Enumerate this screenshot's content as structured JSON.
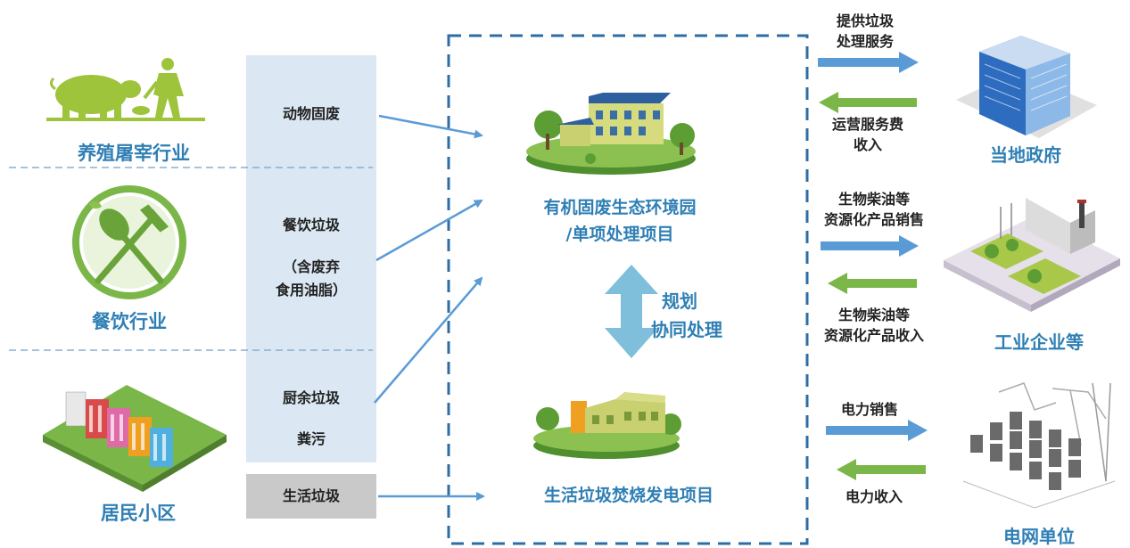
{
  "sources": {
    "livestock": "养殖屠宰行业",
    "catering": "餐饮行业",
    "residential": "居民小区"
  },
  "waste_box": {
    "animal": "动物固废",
    "food_line1": "餐饮垃圾",
    "food_line2": "（含废弃",
    "food_line3": "食用油脂）",
    "kitchen": "厨余垃圾",
    "manure": "粪污",
    "domestic": "生活垃圾"
  },
  "projects": {
    "park_line1": "有机固废生态环境园",
    "park_line2": "/单项处理项目",
    "plan_line1": "规划",
    "plan_line2": "协同处理",
    "incineration": "生活垃圾焚烧发电项目"
  },
  "flows": {
    "gov_out_1": "提供垃圾",
    "gov_out_2": "处理服务",
    "gov_in_1": "运营服务费",
    "gov_in_2": "收入",
    "ind_out_1": "生物柴油等",
    "ind_out_2": "资源化产品销售",
    "ind_in_1": "生物柴油等",
    "ind_in_2": "资源化产品收入",
    "grid_out": "电力销售",
    "grid_in": "电力收入"
  },
  "destinations": {
    "government": "当地政府",
    "industry": "工业企业等",
    "grid": "电网单位"
  },
  "colors": {
    "blue_arrow": "#5b9bd5",
    "green_arrow": "#7ab648",
    "label_blue": "#2f7fb5",
    "box_light_blue": "#dbe8f3",
    "box_gray": "#c9c9c9",
    "dashed_border": "#2e6da4"
  }
}
